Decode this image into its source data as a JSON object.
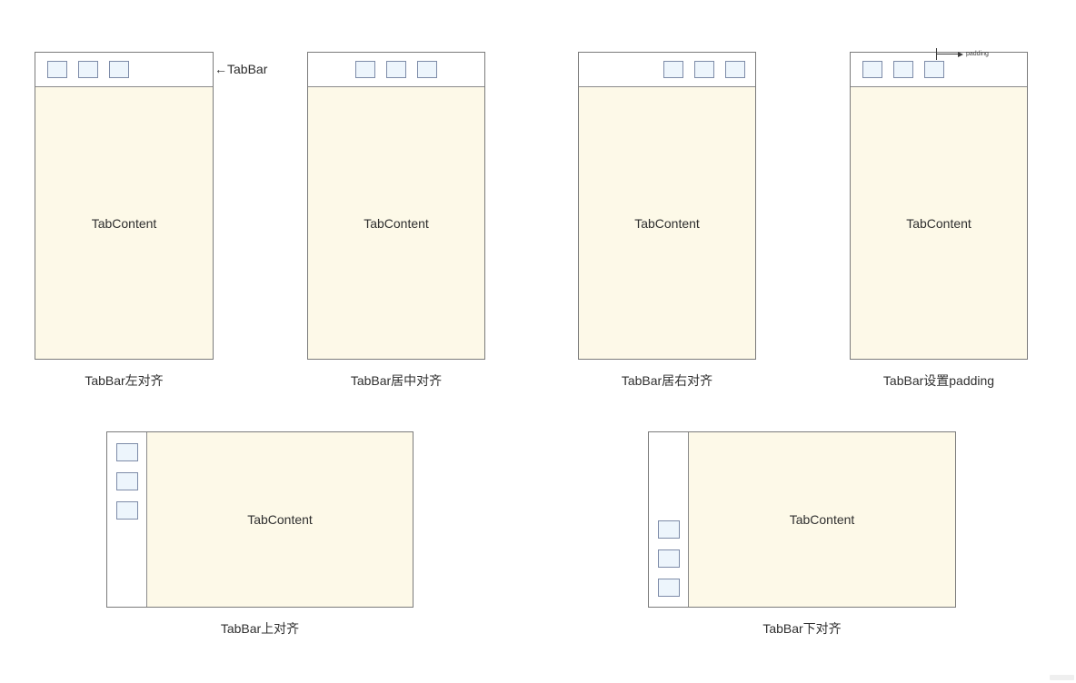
{
  "colors": {
    "frame_border": "#7b7b7b",
    "tabbar_fill": "#ffffff",
    "content_fill": "#fdf9e8",
    "tab_fill": "#edf5fc",
    "tab_border": "#7d8ba8",
    "text": "#2f2f2f"
  },
  "annotations": {
    "tabbar_pointer": "←TabBar",
    "padding_label": "padding"
  },
  "diagrams": [
    {
      "caption": "TabBar左对齐",
      "content_label": "TabContent",
      "tabbar_position": "top",
      "tab_align": "left",
      "tab_count": 3
    },
    {
      "caption": "TabBar居中对齐",
      "content_label": "TabContent",
      "tabbar_position": "top",
      "tab_align": "center",
      "tab_count": 3
    },
    {
      "caption": "TabBar居右对齐",
      "content_label": "TabContent",
      "tabbar_position": "top",
      "tab_align": "right",
      "tab_count": 3
    },
    {
      "caption": "TabBar设置padding",
      "content_label": "TabContent",
      "tabbar_position": "top",
      "tab_align": "left",
      "tab_count": 3
    },
    {
      "caption": "TabBar上对齐",
      "content_label": "TabContent",
      "tabbar_position": "left",
      "tab_align": "top",
      "tab_count": 3
    },
    {
      "caption": "TabBar下对齐",
      "content_label": "TabContent",
      "tabbar_position": "left",
      "tab_align": "bottom",
      "tab_count": 3
    }
  ]
}
